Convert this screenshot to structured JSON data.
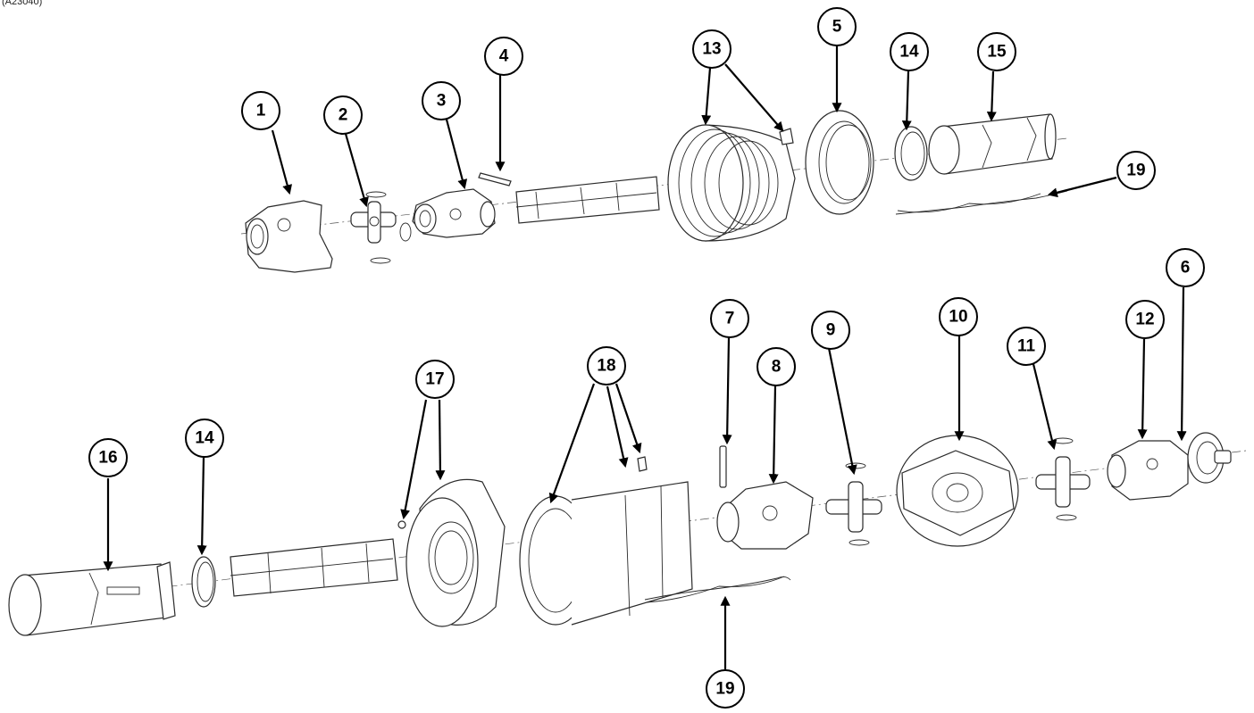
{
  "figure_ref": "(A23040)",
  "callouts": {
    "c1": "1",
    "c2": "2",
    "c3": "3",
    "c4": "4",
    "c13": "13",
    "c5": "5",
    "c14a": "14",
    "c15": "15",
    "c19a": "19",
    "c6": "6",
    "c7": "7",
    "c8": "8",
    "c9": "9",
    "c10": "10",
    "c11": "11",
    "c12": "12",
    "c16": "16",
    "c14b": "14",
    "c17": "17",
    "c18": "18",
    "c19b": "19"
  }
}
